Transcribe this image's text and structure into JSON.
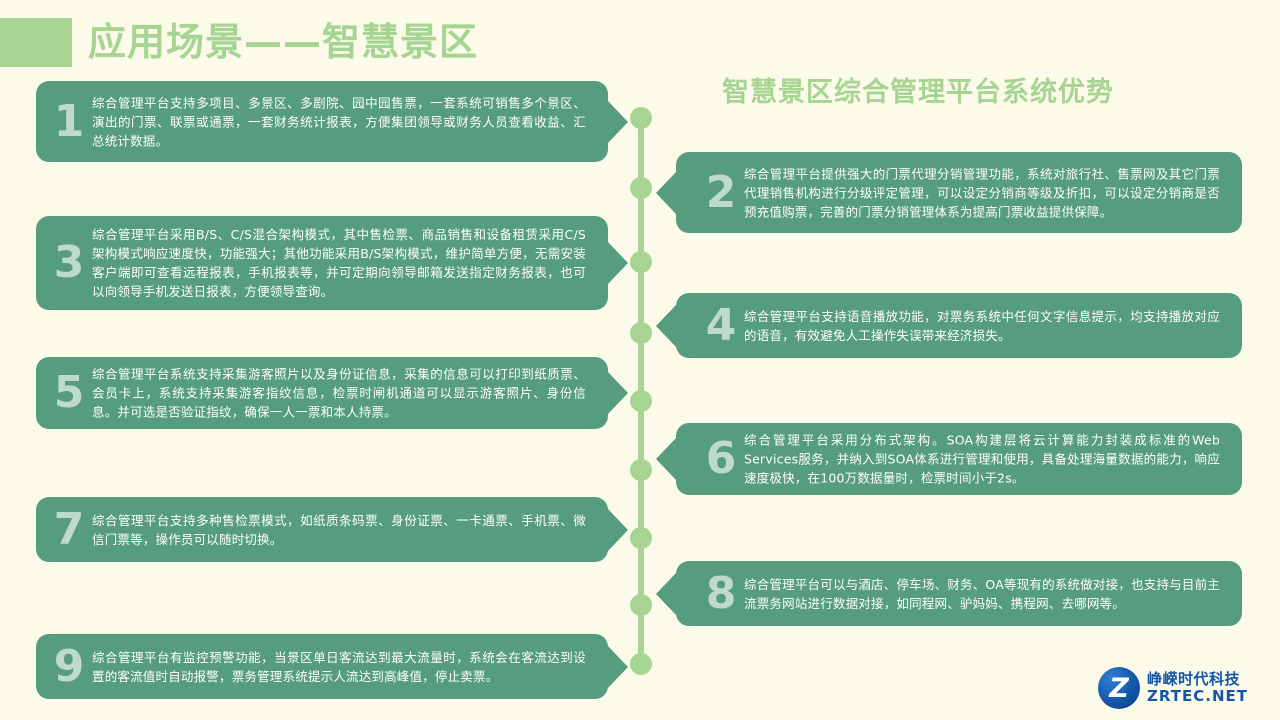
{
  "header": {
    "page_title": "应用场景——智慧景区",
    "section_title": "智慧景区综合管理平台系统优势"
  },
  "colors": {
    "background": "#FCFBE9",
    "accent_light": "#A6D492",
    "card_green": "#569C7E",
    "card_text": "#FFFFFF",
    "logo_blue": "#1456A8"
  },
  "cards": [
    {
      "number": "1",
      "side": "left",
      "text": "综合管理平台支持多项目、多景区、多剧院、园中园售票，一套系统可销售多个景区、演出的门票、联票或通票，一套财务统计报表，方便集团领导或财务人员查看收益、汇总统计数据。"
    },
    {
      "number": "2",
      "side": "right",
      "text": "综合管理平台提供强大的门票代理分销管理功能，系统对旅行社、售票网及其它门票代理销售机构进行分级评定管理，可以设定分销商等级及折扣，可以设定分销商是否预充值购票，完善的门票分销管理体系为提高门票收益提供保障。"
    },
    {
      "number": "3",
      "side": "left",
      "text": "综合管理平台采用B/S、C/S混合架构模式，其中售检票、商品销售和设备租赁采用C/S架构模式响应速度快，功能强大；其他功能采用B/S架构模式，维护简单方便，无需安装客户端即可查看远程报表，手机报表等，并可定期向领导邮箱发送指定财务报表，也可以向领导手机发送日报表，方便领导查询。"
    },
    {
      "number": "4",
      "side": "right",
      "text": "综合管理平台支持语音播放功能，对票务系统中任何文字信息提示，均支持播放对应的语音，有效避免人工操作失误带来经济损失。"
    },
    {
      "number": "5",
      "side": "left",
      "text": "综合管理平台系统支持采集游客照片以及身份证信息，采集的信息可以打印到纸质票、会员卡上，系统支持采集游客指纹信息，检票时闸机通道可以显示游客照片、身份信息。并可选是否验证指纹，确保一人一票和本人持票。"
    },
    {
      "number": "6",
      "side": "right",
      "text": "综合管理平台采用分布式架构。SOA构建层将云计算能力封装成标准的Web Services服务，并纳入到SOA体系进行管理和使用，具备处理海量数据的能力，响应速度极快，在100万数据量时，检票时间小于2s。"
    },
    {
      "number": "7",
      "side": "left",
      "text": "综合管理平台支持多种售检票模式，如纸质条码票、身份证票、一卡通票、手机票、微信门票等，操作员可以随时切换。"
    },
    {
      "number": "8",
      "side": "right",
      "text": "综合管理平台可以与酒店、停车场、财务、OA等现有的系统做对接，也支持与目前主流票务网站进行数据对接，如同程网、驴妈妈、携程网、去哪网等。"
    },
    {
      "number": "9",
      "side": "left",
      "text": "综合管理平台有监控预警功能，当景区单日客流达到最大流量时，系统会在客流达到设置的客流值时自动报警，票务管理系统提示人流达到高峰值，停止卖票。"
    }
  ],
  "logo": {
    "mark_letter": "Z",
    "name_cn": "峥嵘时代科技",
    "name_en": "ZRTEC.NET"
  }
}
